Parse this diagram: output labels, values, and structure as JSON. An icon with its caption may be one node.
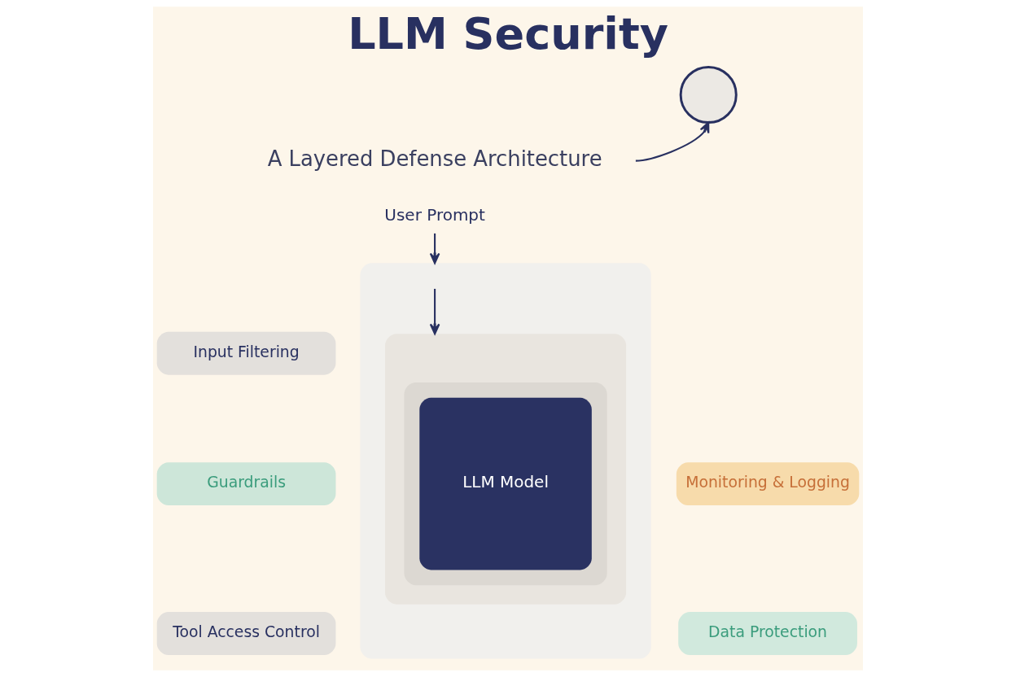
{
  "diagram": {
    "title": "LLM Security",
    "nodes": [
      {
        "text": [],
        "shape": "circle"
      },
      {
        "text": [
          "User Prompt"
        ]
      },
      {
        "text": [],
        "shape": "box"
      },
      {
        "text": [],
        "shape": "box",
        "in": 2
      },
      {
        "text": [],
        "shape": "box",
        "in": 3
      },
      {
        "text": [
          "LLM Model"
        ],
        "in": 4
      },
      {
        "text": [
          "Input Filtering"
        ]
      },
      {
        "text": [
          "Guardrails"
        ]
      },
      {
        "text": [
          "Monitoring & Logging"
        ]
      },
      {
        "text": [
          "Tool Access Control"
        ]
      },
      {
        "text": [
          "Data Protection"
        ]
      }
    ],
    "edges": [
      {
        "from": 1,
        "to": 2,
        "arrow": "to"
      },
      {
        "from": null,
        "to": 3,
        "arrow": "to"
      },
      {
        "from": null,
        "to": 0,
        "arrow": "to"
      }
    ],
    "labels": [
      "A Layered Defense Architecture"
    ]
  }
}
